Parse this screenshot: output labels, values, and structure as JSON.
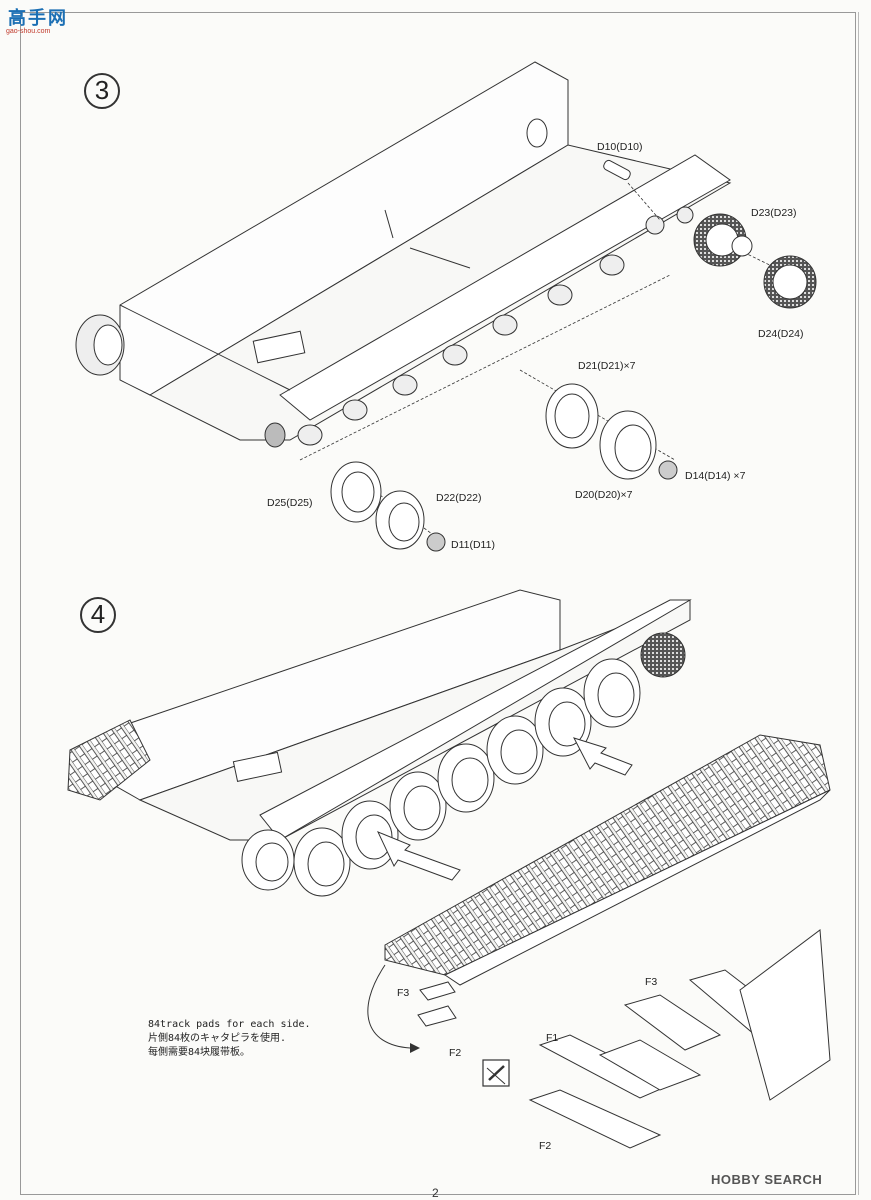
{
  "site_logo": {
    "text": "高手网",
    "url": "gao-shou.com"
  },
  "steps": [
    {
      "number": "3"
    },
    {
      "number": "4"
    }
  ],
  "step3_labels": {
    "d10": "D10(D10)",
    "d23": "D23(D23)",
    "d24": "D24(D24)",
    "d21": "D21(D21)×7",
    "d14": "D14(D14) ×7",
    "d20": "D20(D20)×7",
    "d25": "D25(D25)",
    "d22": "D22(D22)",
    "d11": "D11(D11)"
  },
  "step4_labels": {
    "f3_left": "F3",
    "f2_left": "F2",
    "f3_right": "F3",
    "f1": "F1",
    "f2_right": "F2"
  },
  "track_note": {
    "english": "84track pads for each side.",
    "japanese": "片側84枚のキャタピラを使用.",
    "chinese": "每側需要84块履带板。"
  },
  "watermark": "HOBBY SEARCH",
  "page_number": "2",
  "icon": "cut-with-knife-icon"
}
